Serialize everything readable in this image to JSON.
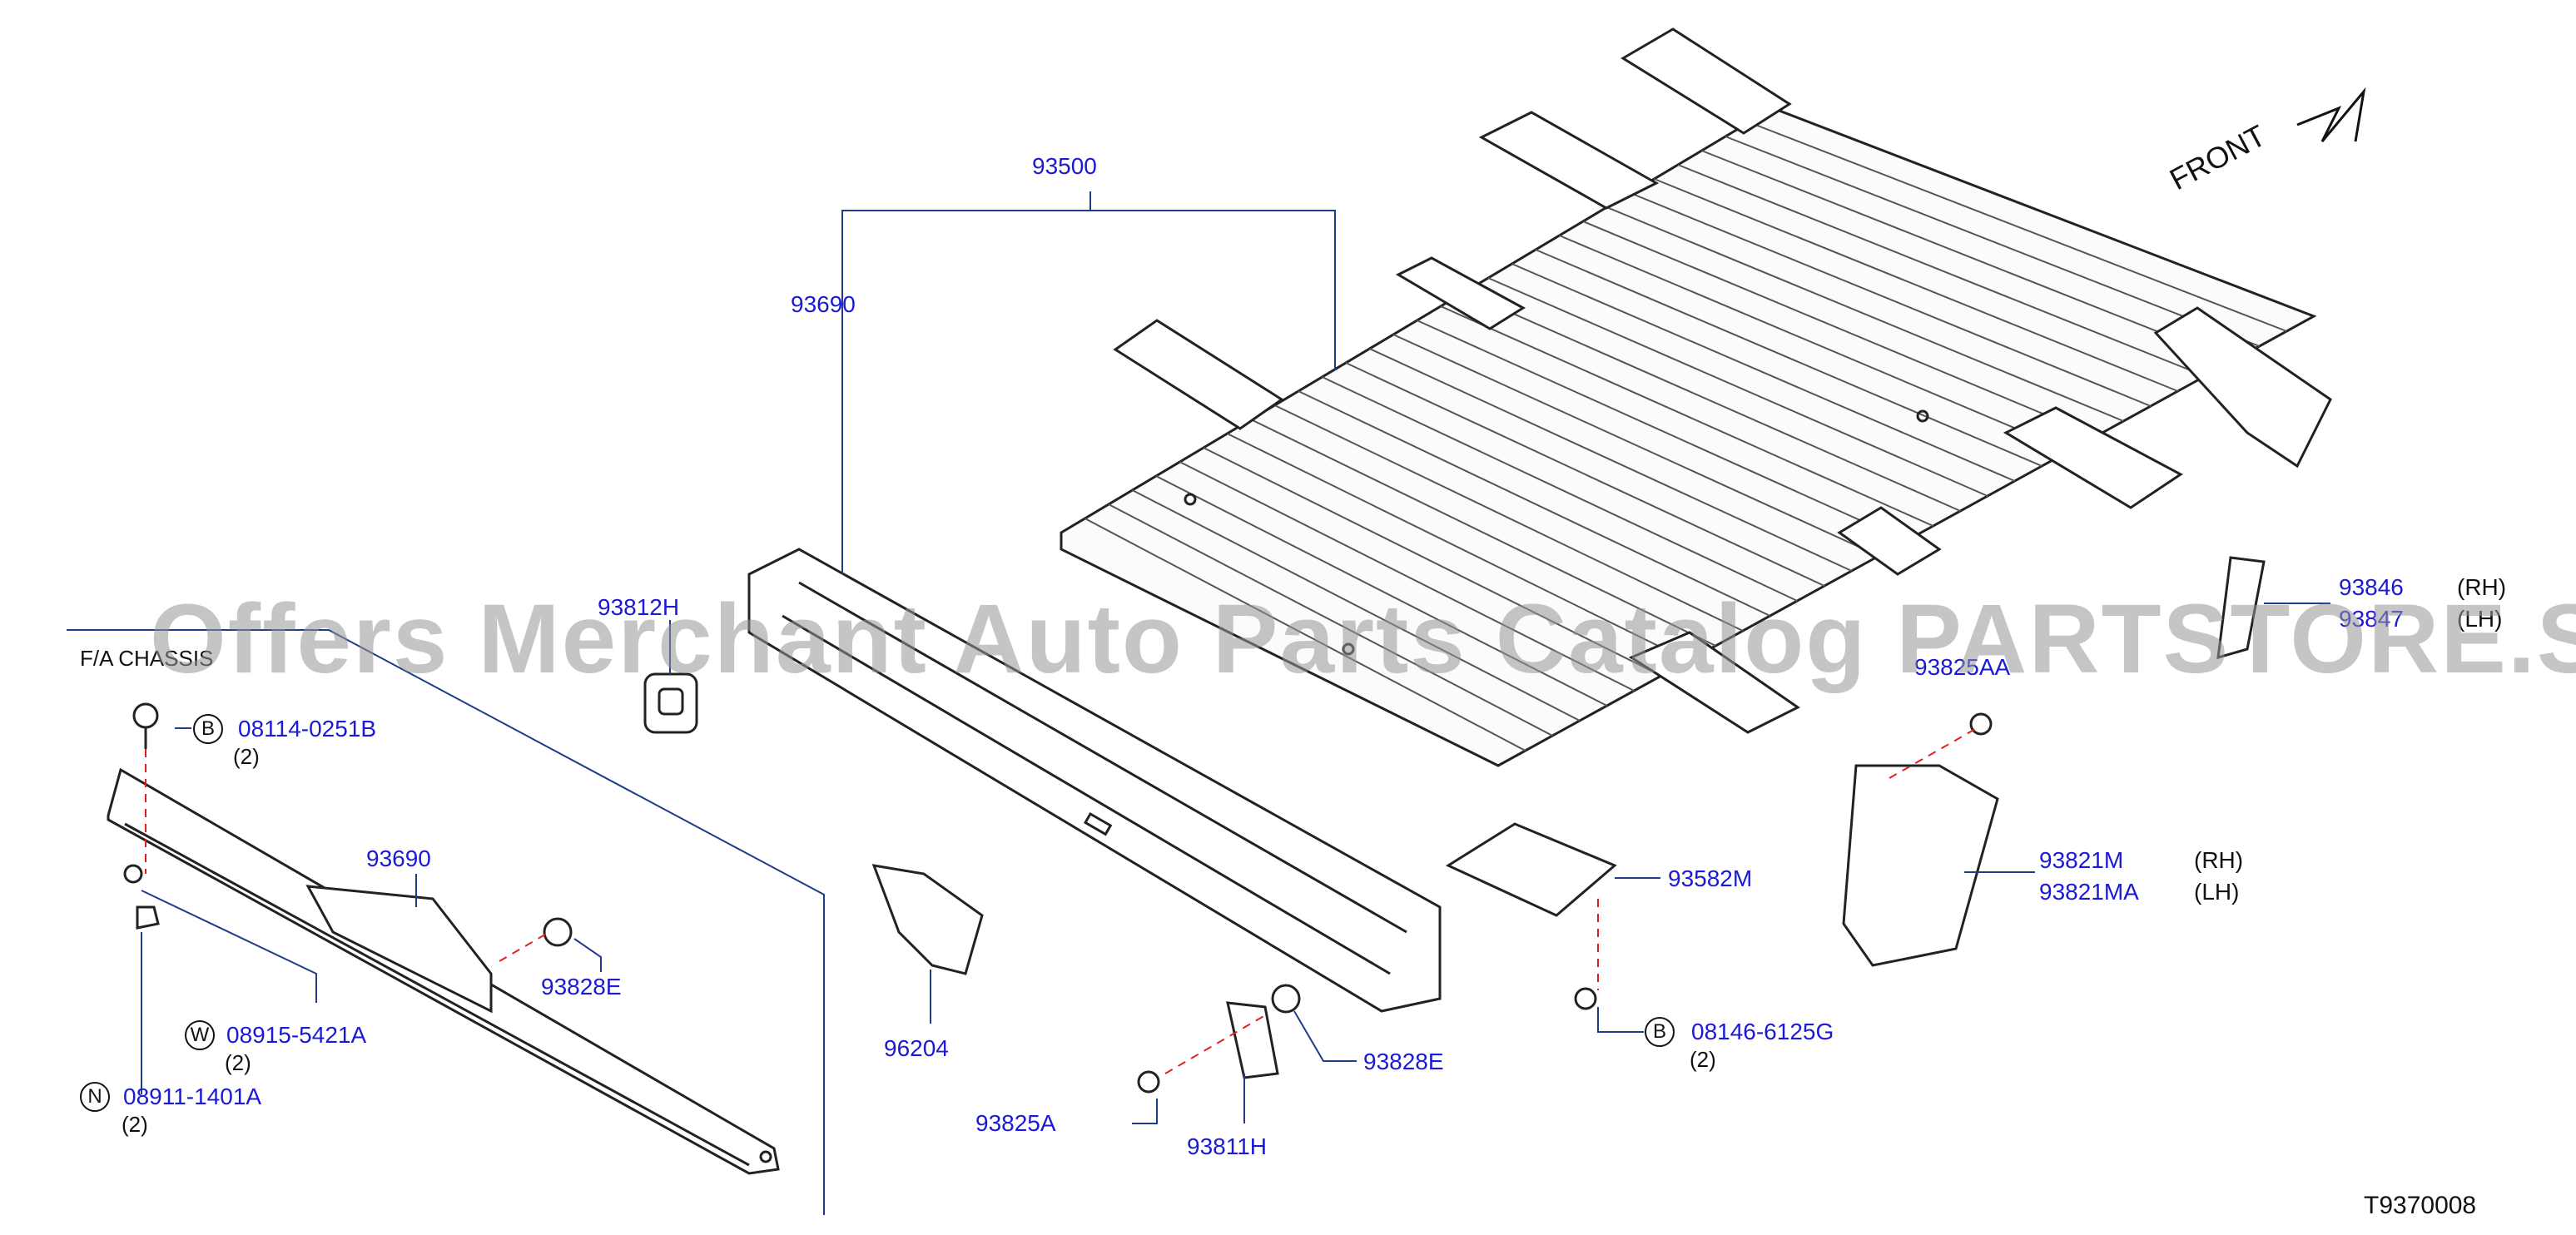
{
  "section_label": "F/A   CHASSIS",
  "front_label": "FRONT",
  "diagram_code": "T9370008",
  "watermark": "Offers Merchant Auto Parts Catalog PARTSTORE.SA",
  "parts": {
    "p93500": "93500",
    "p93690_top": "93690",
    "p93690_left": "93690",
    "p93812h": "93812H",
    "p08114": "08114-0251B",
    "p08114_qty": "(2)",
    "p93828e_left": "93828E",
    "p08915": "08915-5421A",
    "p08915_qty": "(2)",
    "p08911": "08911-1401A",
    "p08911_qty": "(2)",
    "p96204": "96204",
    "p93825a": "93825A",
    "p93811h": "93811H",
    "p93828e_mid": "93828E",
    "p93582m": "93582M",
    "p08146": "08146-6125G",
    "p08146_qty": "(2)",
    "p93846": "93846",
    "p93846_side": "(RH)",
    "p93847": "93847",
    "p93847_side": "(LH)",
    "p93825aa": "93825AA",
    "p93821m": "93821M",
    "p93821m_side": "(RH)",
    "p93821ma": "93821MA",
    "p93821ma_side": "(LH)"
  },
  "callouts": {
    "b1": "B",
    "w": "W",
    "n": "N",
    "b2": "B"
  }
}
